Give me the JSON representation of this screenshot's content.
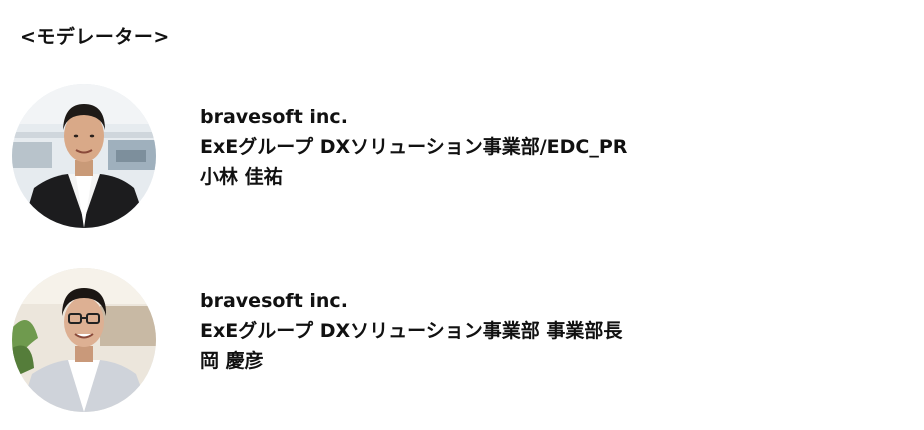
{
  "section": {
    "heading": "<モデレーター>"
  },
  "moderators": [
    {
      "company": "bravesoft inc.",
      "department": "ExEグループ DXソリューション事業部/EDC_PR",
      "name": "小林 佳祐",
      "avatar_icon": "person-photo-icon"
    },
    {
      "company": "bravesoft inc.",
      "department": "ExEグループ DXソリューション事業部 事業部長",
      "name": "岡 慶彦",
      "avatar_icon": "person-photo-icon"
    }
  ]
}
